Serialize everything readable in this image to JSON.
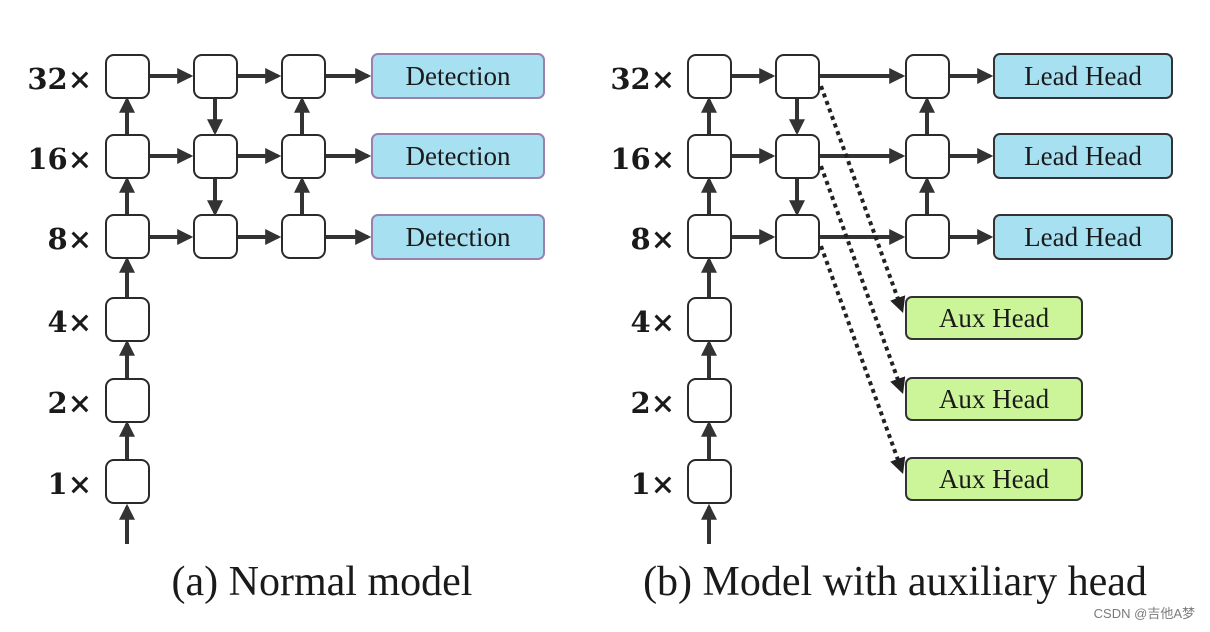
{
  "colors": {
    "detection_fill": "#a6e0f1",
    "detection_stroke": "#9b7fb0",
    "lead_fill": "#a6e0f1",
    "lead_stroke": "#333333",
    "aux_fill": "#ccf59a",
    "aux_stroke": "#333333"
  },
  "levels": [
    "32×",
    "16×",
    "8×",
    "4×",
    "2×",
    "1×"
  ],
  "panel_a": {
    "caption": "(a) Normal model",
    "heads": [
      "Detection",
      "Detection",
      "Detection"
    ]
  },
  "panel_b": {
    "caption": "(b) Model with auxiliary head",
    "lead_heads": [
      "Lead Head",
      "Lead Head",
      "Lead Head"
    ],
    "aux_heads": [
      "Aux Head",
      "Aux Head",
      "Aux Head"
    ]
  },
  "watermark": "CSDN @吉他A梦"
}
